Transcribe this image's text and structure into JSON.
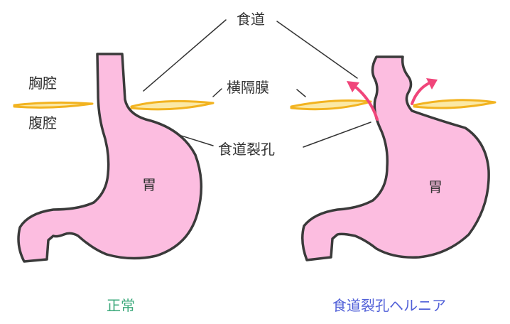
{
  "labels": {
    "esophagus": "食道",
    "diaphragm": "横隔膜",
    "hiatus": "食道裂孔",
    "thoracic_cavity": "胸腔",
    "abdominal_cavity": "腹腔",
    "stomach_left": "胃",
    "stomach_right": "胃"
  },
  "captions": {
    "normal": "正常",
    "hernia": "食道裂孔ヘルニア"
  },
  "colors": {
    "stomach_fill": "#fcbde0",
    "outline": "#3a3a3a",
    "diaphragm_fill": "#fbe9a6",
    "diaphragm_stroke": "#f2b320",
    "arrow": "#f0457a",
    "caption_normal": "#3aa87a",
    "caption_hernia": "#5160d8"
  }
}
